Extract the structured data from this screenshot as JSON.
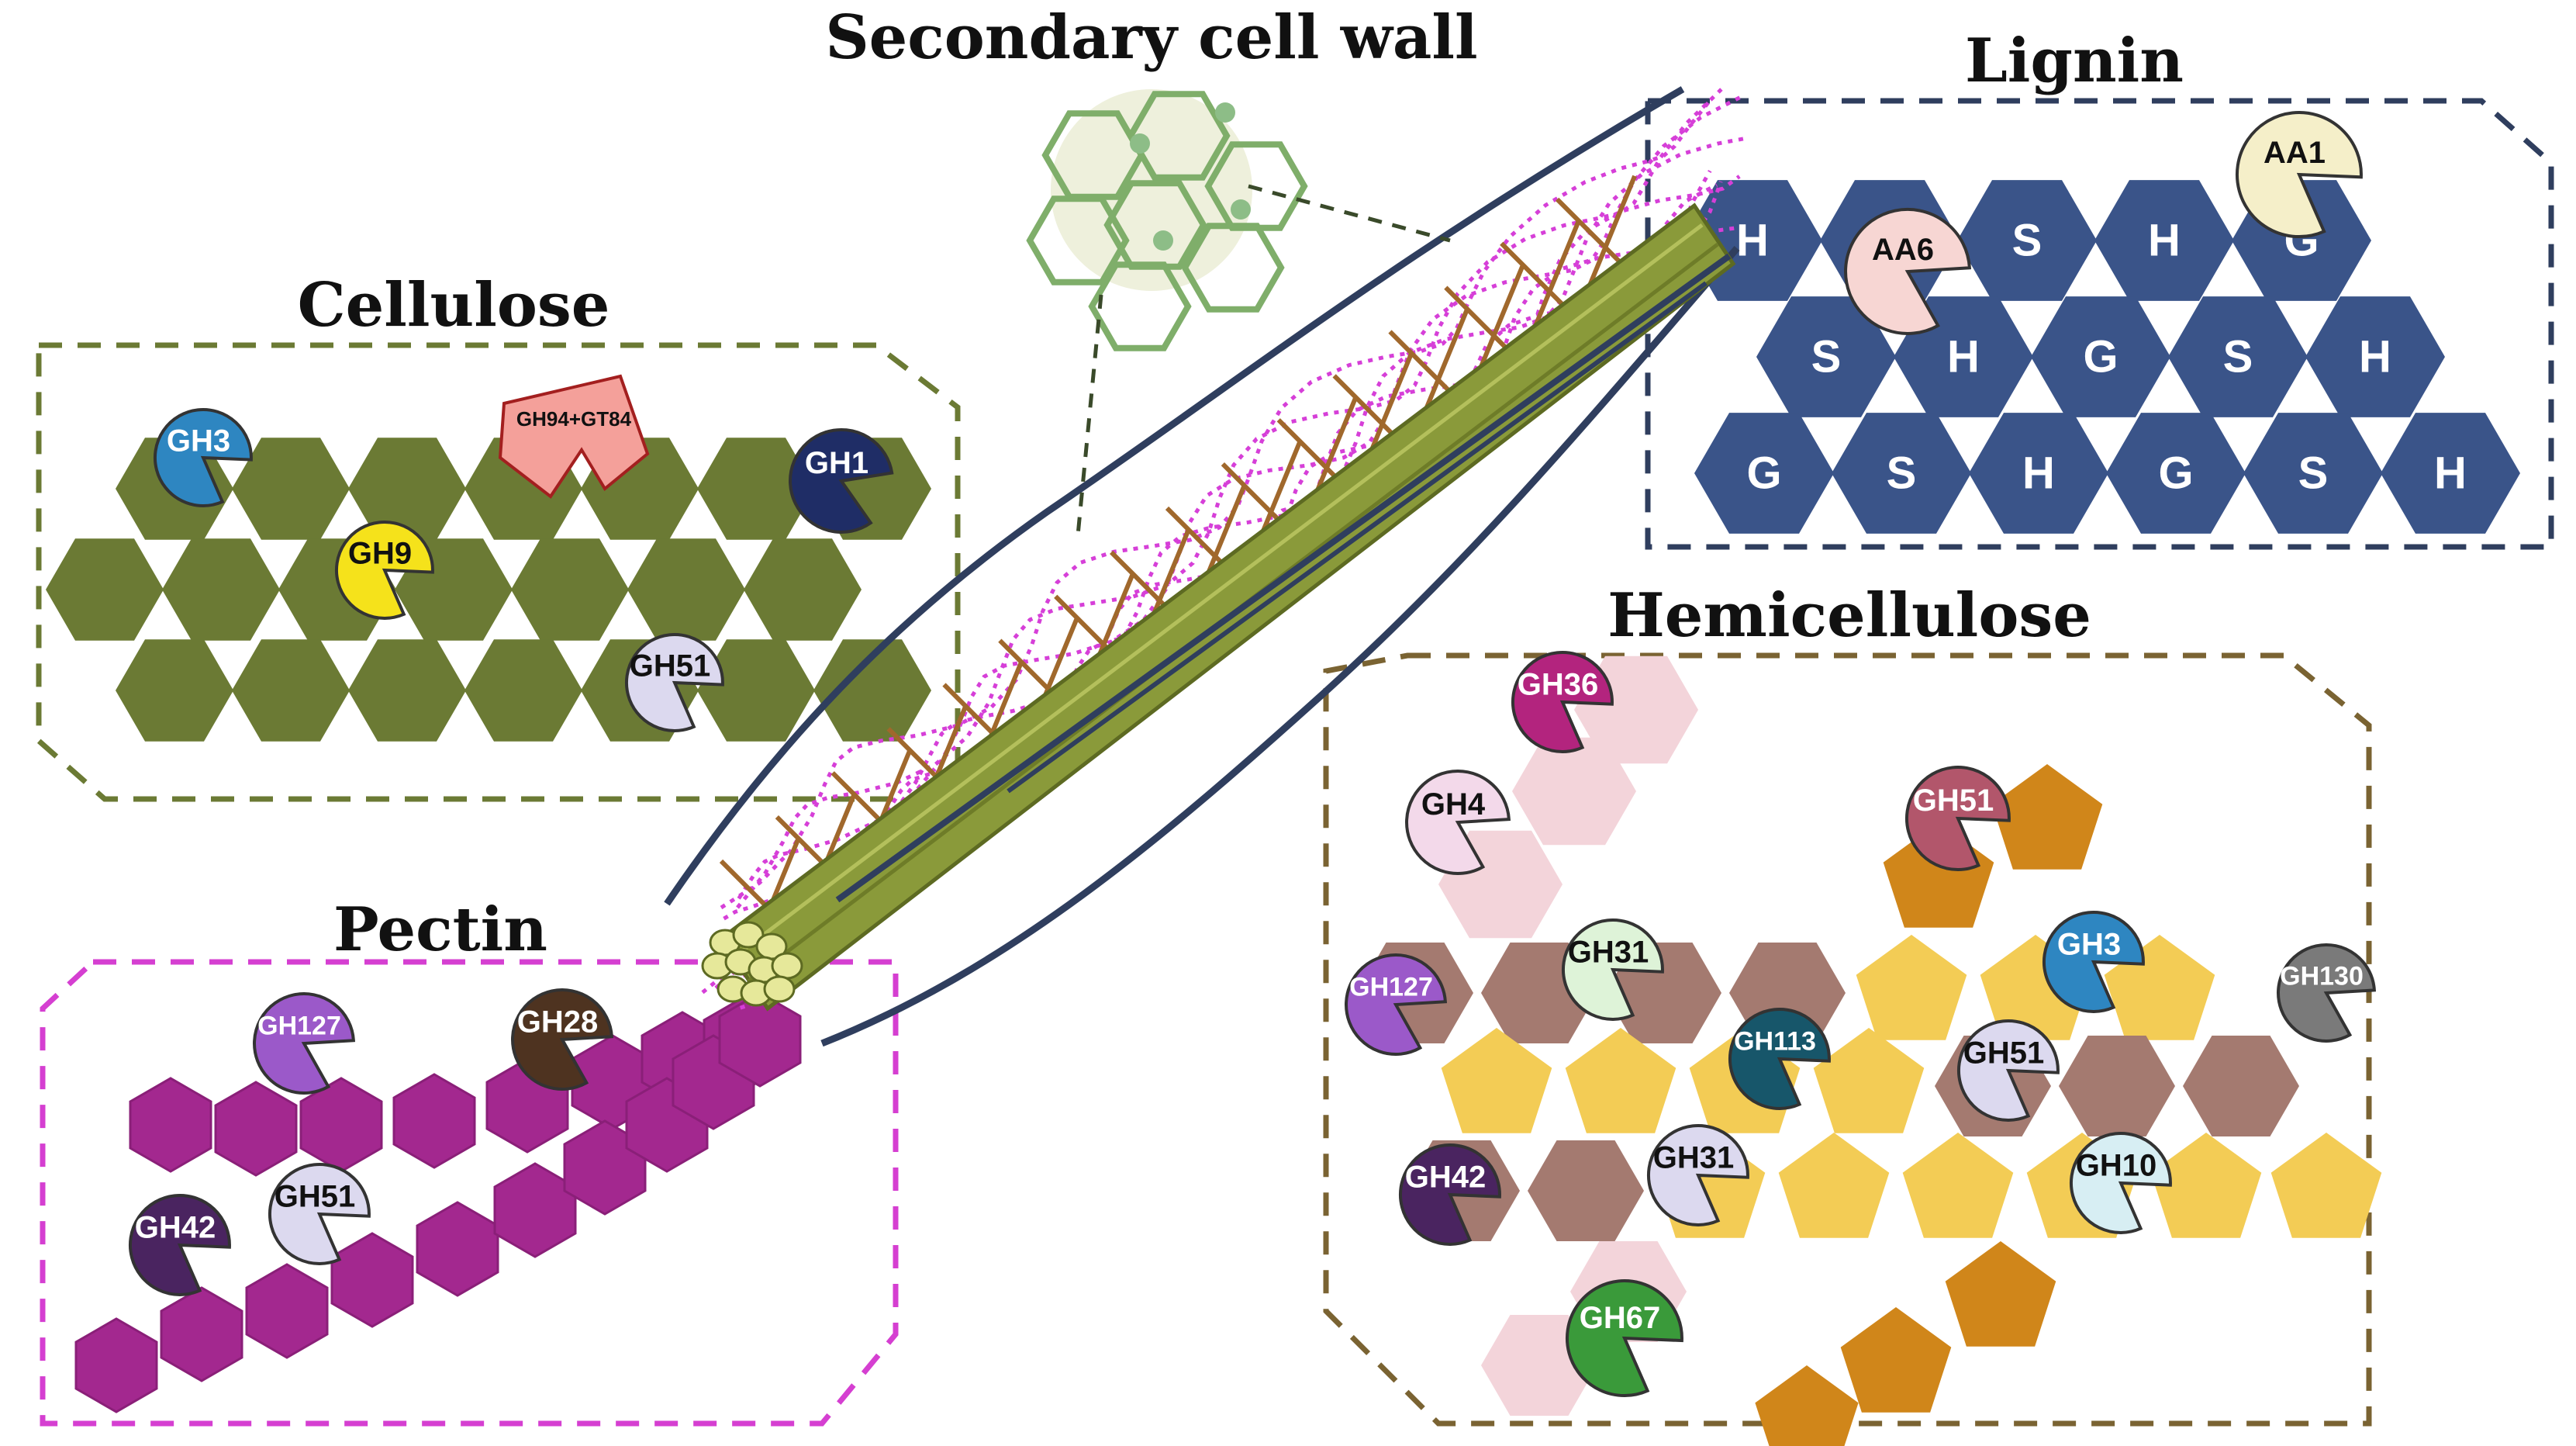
{
  "diagram": {
    "titles": {
      "secondary_cell_wall": "Secondary cell wall",
      "lignin": "Lignin",
      "cellulose": "Cellulose",
      "hemicellulose": "Hemicellulose",
      "pectin": "Pectin"
    },
    "colors": {
      "cellulose": "#6b7a34",
      "cellulose_border": "#6b7a34",
      "lignin": "#3a5489",
      "lignin_border": "#2f3e5e",
      "hemicellulose_border": "#7a6332",
      "pectin": "#a3288f",
      "pectin_border": "#d53fd1",
      "hemi_pink": "#f3d4da",
      "hemi_brown": "#a47a70",
      "hemi_yellow": "#f3cc55",
      "hemi_orange": "#d0861a",
      "fiber_green": "#8a9a3a",
      "fiber_brown": "#a0682c",
      "fiber_magenta": "#d63fd8"
    },
    "lignin_units": {
      "row1": [
        "H",
        "",
        "S",
        "H",
        "G"
      ],
      "row2": [
        "S",
        "H",
        "G",
        "S",
        "H"
      ],
      "row3": [
        "G",
        "S",
        "H",
        "G",
        "S",
        "H"
      ]
    },
    "enzymes": {
      "cellulose": [
        {
          "label": "GH3",
          "color": "#2e86c1",
          "text": "#ffffff"
        },
        {
          "label": "GH94+GT84",
          "color": "#f4a09a",
          "text": "#111111"
        },
        {
          "label": "GH1",
          "color": "#1f2d66",
          "text": "#ffffff"
        },
        {
          "label": "GH9",
          "color": "#f5e21b",
          "text": "#111111"
        },
        {
          "label": "GH51",
          "color": "#dcd9ef",
          "text": "#111111"
        }
      ],
      "lignin": [
        {
          "label": "AA1",
          "color": "#f5efc9",
          "text": "#111111"
        },
        {
          "label": "AA6",
          "color": "#f7d6d3",
          "text": "#111111"
        }
      ],
      "hemicellulose": [
        {
          "label": "GH36",
          "color": "#b3247e",
          "text": "#ffffff"
        },
        {
          "label": "GH4",
          "color": "#f3d9ea",
          "text": "#111111"
        },
        {
          "label": "GH51",
          "color": "#b2566b",
          "text": "#ffffff"
        },
        {
          "label": "GH31",
          "color": "#def3d8",
          "text": "#111111"
        },
        {
          "label": "GH3",
          "color": "#2e86c1",
          "text": "#ffffff"
        },
        {
          "label": "GH130",
          "color": "#7a7a7a",
          "text": "#ffffff"
        },
        {
          "label": "GH127",
          "color": "#9b59c9",
          "text": "#ffffff"
        },
        {
          "label": "GH113",
          "color": "#17566a",
          "text": "#ffffff"
        },
        {
          "label": "GH51",
          "color": "#dcd9ef",
          "text": "#111111"
        },
        {
          "label": "GH42",
          "color": "#4a2460",
          "text": "#ffffff"
        },
        {
          "label": "GH31",
          "color": "#dcd9ef",
          "text": "#111111"
        },
        {
          "label": "GH10",
          "color": "#d7eef3",
          "text": "#111111"
        },
        {
          "label": "GH67",
          "color": "#3a9a3a",
          "text": "#ffffff"
        }
      ],
      "pectin": [
        {
          "label": "GH127",
          "color": "#9b59c9",
          "text": "#ffffff"
        },
        {
          "label": "GH28",
          "color": "#4e3320",
          "text": "#ffffff"
        },
        {
          "label": "GH42",
          "color": "#4a2460",
          "text": "#ffffff"
        },
        {
          "label": "GH51",
          "color": "#dcd9ef",
          "text": "#111111"
        }
      ]
    }
  }
}
